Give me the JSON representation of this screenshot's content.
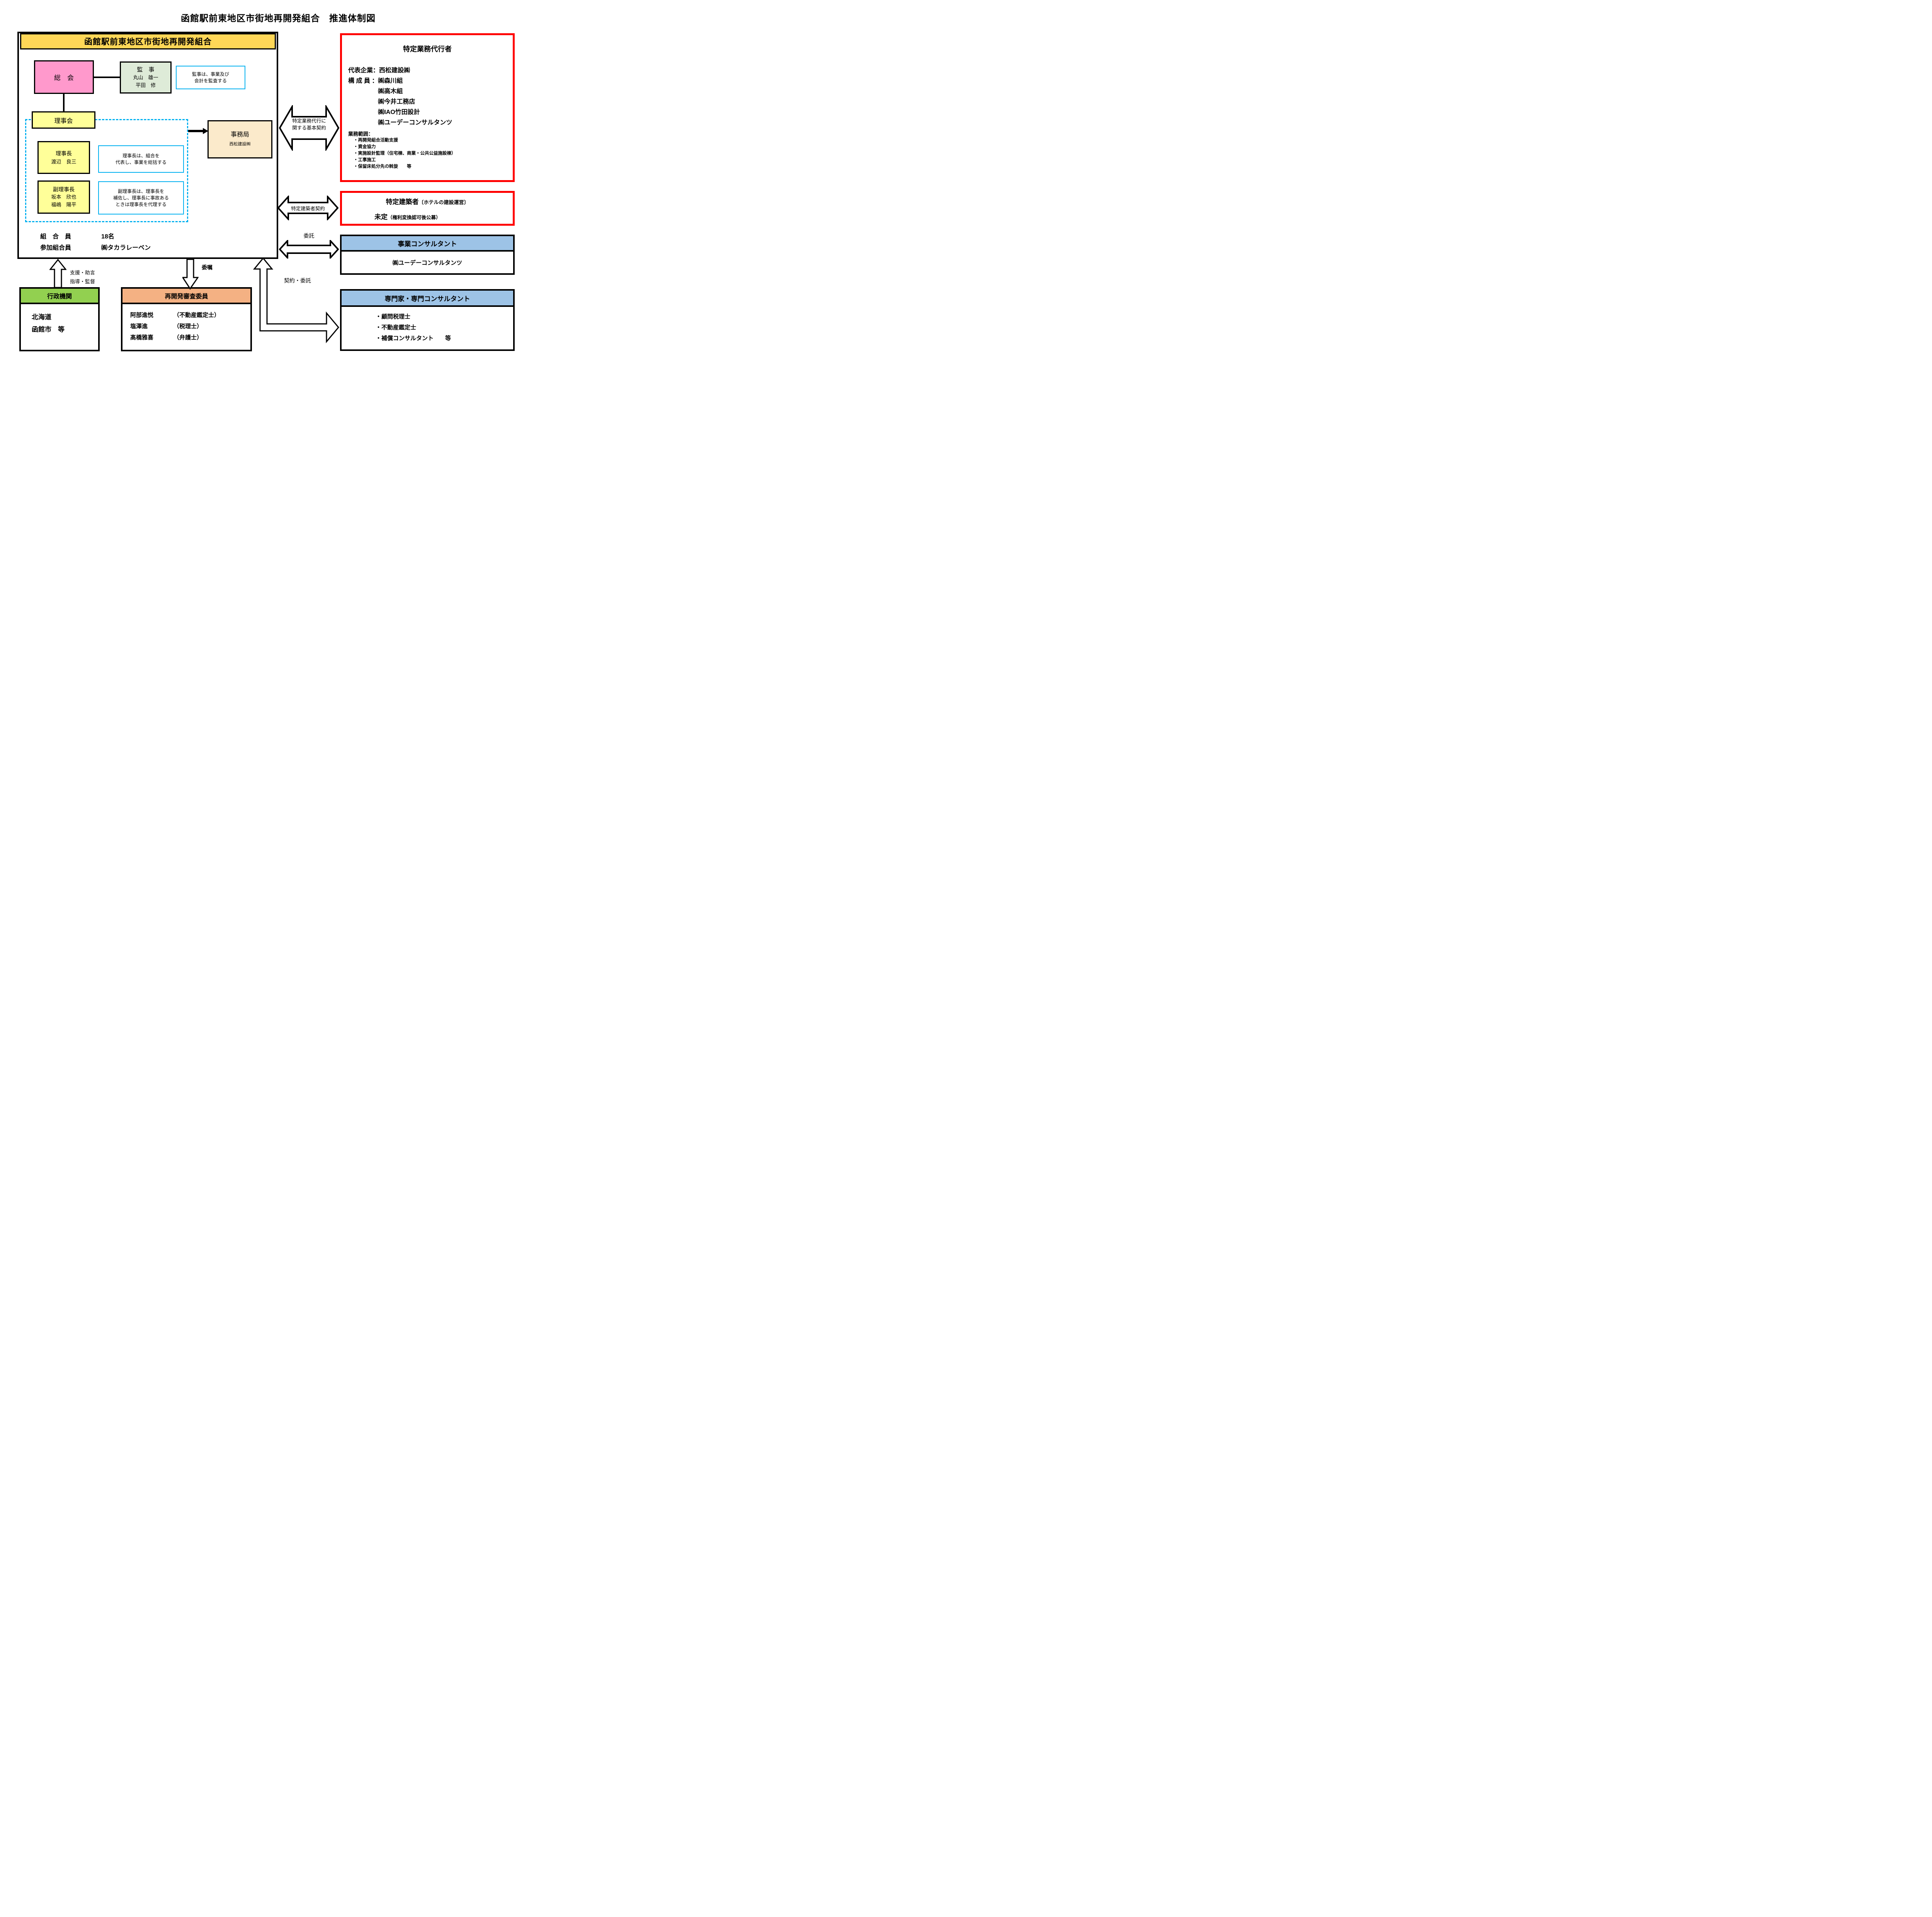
{
  "title": "函館駅前東地区市街地再開発組合　推進体制図",
  "org": {
    "header": "函館駅前東地区市街地再開発組合",
    "general_meeting": "総　会",
    "auditors": {
      "title": "監　事",
      "members": [
        "丸山　雄一",
        "平田　修"
      ]
    },
    "auditors_note": {
      "line1": "監事は、事業及び",
      "line2": "会計を監査する"
    },
    "board": "理事会",
    "chairman": {
      "title": "理事長",
      "members": [
        "渡辺　良三"
      ]
    },
    "chairman_note": {
      "line1": "理事長は、組合を",
      "line2": "代表し、事業を総括する"
    },
    "vice_chairman": {
      "title": "副理事長",
      "members": [
        "坂本　欣也",
        "福嶋　陽平"
      ]
    },
    "vice_chairman_note": {
      "line1": "副理事長は、理事長を",
      "line2": "補佐し、理事長に事故ある",
      "line3": "ときは理事長を代理する"
    },
    "secretariat": {
      "title": "事務局",
      "company": "西松建設㈱"
    },
    "membership": {
      "row1_label": "組　合　員",
      "row1_value": "18名",
      "row2_label": "参加組合員",
      "row2_value": "㈱タカラレーベン"
    }
  },
  "agent": {
    "title": "特定業務代行者",
    "rep_label": "代表企業：",
    "rep_value": "西松建設㈱",
    "members_label": "構 成 員 ：",
    "members": [
      "㈱森川組",
      "㈱高木組",
      "㈱今井工務店",
      "㈱IAO竹田設計",
      "㈱ユーデーコンサルタンツ"
    ],
    "scope_label": "業務範囲：",
    "scope": [
      "・再開発組合活動支援",
      "・資金協力",
      "・実施設計監理（住宅棟、商業・公共公益施設棟）",
      "・工事施工",
      "・保留床処分先の斡旋　　等"
    ]
  },
  "builder": {
    "title": "特定建築者",
    "title_note": "〔ホテルの建設運営〕",
    "status": "未定",
    "status_note": "（権利変換認可後公募）"
  },
  "consultant": {
    "header": "事業コンサルタント",
    "company": "㈱ユーデーコンサルタンツ"
  },
  "experts": {
    "header": "専門家・専門コンサルタント",
    "items": [
      "・顧問税理士",
      "・不動産鑑定士",
      "・補償コンサルタント　　等"
    ]
  },
  "government": {
    "header": "行政機関",
    "lines": [
      "北海道",
      "函館市　等"
    ]
  },
  "committee": {
    "header": "再開発審査委員",
    "members": [
      {
        "name": "阿部進悦",
        "role": "（不動産鑑定士）"
      },
      {
        "name": "塩澤進",
        "role": "（税理士）"
      },
      {
        "name": "髙橋雅喜",
        "role": "（弁護士）"
      }
    ]
  },
  "arrows": {
    "basic_contract": {
      "line1": "特定業務代行に",
      "line2": "関する基本契約"
    },
    "builder_contract": "特定建築者契約",
    "entrust": "委託",
    "commission": "委嘱",
    "contract_entrust": "契約・委託",
    "support": {
      "line1": "支援・助言",
      "line2": "指導・監督"
    }
  },
  "colors": {
    "header_yellow": "#FFD757",
    "pink": "#FF99CC",
    "light_green": "#DEEBD8",
    "light_yellow": "#FFFF99",
    "cream": "#FBEACB",
    "cyan_border": "#00B0F0",
    "red_border": "#FF0000",
    "light_blue": "#9DC3E6",
    "green": "#92D050",
    "orange": "#F4B183"
  }
}
